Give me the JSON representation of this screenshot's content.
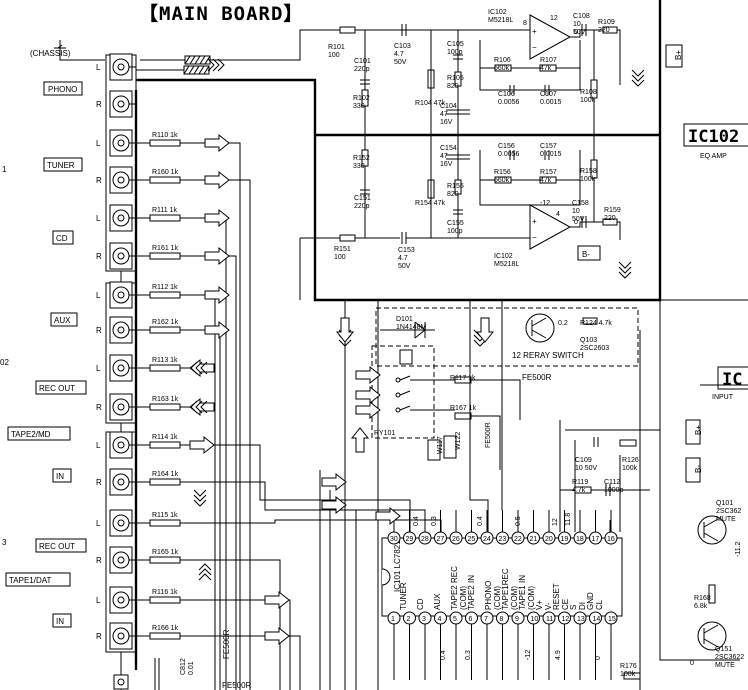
{
  "title": "【MAIN BOARD】",
  "chassis": "(CHASSIS)",
  "inputs": [
    {
      "label": "PHONO"
    },
    {
      "label": "TUNER"
    },
    {
      "label": "CD"
    },
    {
      "label": "AUX"
    },
    {
      "label": "REC OUT"
    },
    {
      "label": "TAPE2/MD"
    },
    {
      "label": "IN"
    },
    {
      "label": "REC OUT"
    },
    {
      "label": "TAPE1/DAT"
    },
    {
      "label": "IN"
    }
  ],
  "jack_lr": [
    "L",
    "R",
    "L",
    "R",
    "L",
    "R",
    "L",
    "R",
    "L",
    "R",
    "L",
    "R",
    "L",
    "R",
    "L",
    "R"
  ],
  "resistors": [
    "R110 1k",
    "R160 1k",
    "R111 1k",
    "R161 1k",
    "R112 1k",
    "R162 1k",
    "R113 1k",
    "R163 1k",
    "R114 1k",
    "R164 1k",
    "R115 1k",
    "R165 1k",
    "R116 1k",
    "R166 1k"
  ],
  "eq": {
    "ic_upper": "IC102\nM5218L",
    "ic_lower": "IC102\nM5218L",
    "r101": "R101\n100",
    "c103": "C103\n4.7\n50V",
    "c101": "C101\n220p",
    "r102": "R102\n330",
    "r104": "R104 47k",
    "c105": "C105\n100p",
    "r105": "R105\n820",
    "r106": "R106\n560k",
    "r107": "R107\n47k",
    "c106": "C106\n0.0056",
    "c107": "C107\n0.0015",
    "c104": "C104\n47\n16V",
    "c108": "C108\n10\n50V",
    "r109": "R109\n220",
    "r108": "R108\n100k",
    "r152": "R152\n330",
    "c156": "C156\n0.0056",
    "c157": "C157\n0.0015",
    "c154": "C154\n47\n16V",
    "r156": "R156\n560k",
    "r157": "R157\n47k",
    "r158": "R158\n100k",
    "r155": "R155\n820",
    "c151": "C151\n220p",
    "r154": "R154 47k",
    "c155": "C155\n100p",
    "c158": "C158\n10\n50V",
    "r159": "R159\n220",
    "r151": "R151\n100",
    "c153": "C153\n4.7\n50V",
    "bplus": "B+",
    "bminus": "B-",
    "pin8": "8",
    "pin12": "12",
    "pin4": "4",
    "pin_m12": "-12",
    "v0a": "0",
    "v0b": "0"
  },
  "ic102_side": {
    "title": "IC102",
    "sub": "EQ AMP"
  },
  "ic_side2": {
    "title": "IC",
    "sub": "INPUT"
  },
  "relay": {
    "d101": "D101\n1N4148M",
    "q103": "Q103\n2SC2603",
    "r124": "R124 4.7k",
    "v02": "0.2",
    "switch": "12 RERAY SWITCH",
    "fe": "FE500R",
    "ry": "RY101",
    "r117": "R117 1k",
    "r167": "R167 1k",
    "w117": "W117",
    "w122": "W122",
    "fe2": "FE500R"
  },
  "ic101": {
    "name": "IC101 LC7821",
    "top_pins": [
      "30",
      "29",
      "28",
      "27",
      "26",
      "25",
      "24",
      "23",
      "22",
      "21",
      "20",
      "19",
      "18",
      "17",
      "16"
    ],
    "bottom_pins": [
      "1",
      "2",
      "3",
      "4",
      "5",
      "6",
      "7",
      "8",
      "9",
      "10",
      "11",
      "12",
      "13",
      "14",
      "15"
    ],
    "labels": [
      "TUNER",
      "CD",
      "AUX",
      "TAPE2 REC\n(COM)",
      "TAPE2 IN",
      "PHONO\n(COM)",
      "TAPE1REC\n(COM)",
      "TAPE1 IN\n(COM)",
      "V+\nV-",
      "RESET\nCE",
      "S\nDI",
      "GND\nCL"
    ],
    "volts_top": [
      "0.4",
      "0.3",
      "0.4",
      "0.5",
      "12",
      "11.8"
    ],
    "volts_bottom": [
      "0.4",
      "0.3",
      "-12",
      "4.9",
      "0"
    ]
  },
  "right_side": {
    "bplus": "B+",
    "bminus": "B-",
    "c109": "C109\n10 50V",
    "r126": "R126\n100k",
    "r119": "R119\n4.7k",
    "c112": "C112\n1000p",
    "q101": "Q101\n2SC362\nMUTE",
    "v112": "-11.2",
    "r168": "R168\n6.8k",
    "q151": "Q151\n2SC3622\nMUTE",
    "r176": "R176\n100k",
    "v_bot": "0"
  },
  "bottom": {
    "c812": "C812\n0.01",
    "fe_a": "FE500R",
    "fe_b": "FE500R"
  },
  "left_numbers": [
    "1",
    "02",
    "3"
  ]
}
